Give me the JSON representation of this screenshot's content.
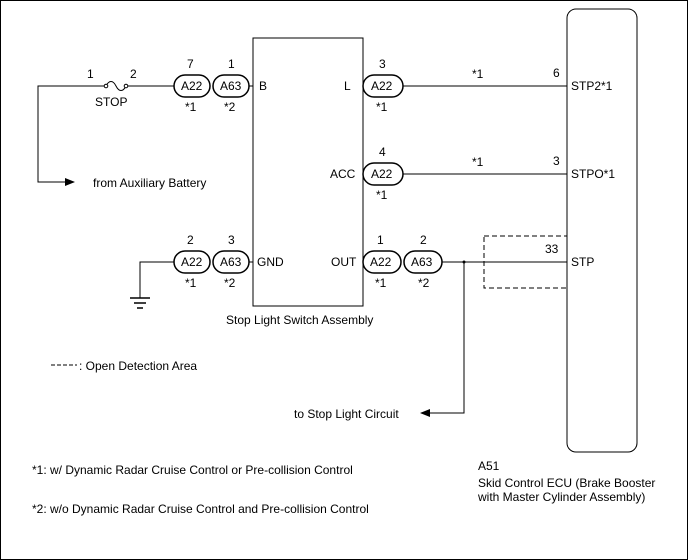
{
  "fuse": {
    "name": "STOP",
    "pin_in": "1",
    "pin_out": "2"
  },
  "battery_label": "from Auxiliary Battery",
  "switch": {
    "name": "Stop Light Switch Assembly",
    "pins": {
      "b": "B",
      "gnd": "GND",
      "l": "L",
      "acc": "ACC",
      "out": "OUT"
    }
  },
  "connectors": {
    "b_a22": {
      "code": "A22",
      "pin": "7",
      "note": "*1"
    },
    "b_a63": {
      "code": "A63",
      "pin": "1",
      "note": "*2"
    },
    "gnd_a22": {
      "code": "A22",
      "pin": "2",
      "note": "*1"
    },
    "gnd_a63": {
      "code": "A63",
      "pin": "3",
      "note": "*2"
    },
    "l_a22": {
      "code": "A22",
      "pin": "3",
      "note": "*1"
    },
    "acc_a22": {
      "code": "A22",
      "pin": "4",
      "note": "*1"
    },
    "out_a22": {
      "code": "A22",
      "pin": "1",
      "note": "*1"
    },
    "out_a63": {
      "code": "A63",
      "pin": "2",
      "note": "*2"
    }
  },
  "wire_notes": {
    "l_line": "*1",
    "acc_line": "*1"
  },
  "ecu": {
    "code": "A51",
    "name_line1": "Skid Control ECU (Brake Booster",
    "name_line2": "with Master Cylinder Assembly)",
    "terminals": {
      "stp2": {
        "name": "STP2*1",
        "pin": "6"
      },
      "stpo": {
        "name": "STPO*1",
        "pin": "3"
      },
      "stp": {
        "name": "STP",
        "pin": "33"
      }
    }
  },
  "stop_light_circuit_label": "to Stop Light Circuit",
  "legend": {
    "open_detection": ": Open Detection Area"
  },
  "notes": {
    "note1": "*1: w/ Dynamic Radar Cruise Control or Pre-collision Control",
    "note2": "*2: w/o Dynamic Radar Cruise Control and Pre-collision Control"
  }
}
